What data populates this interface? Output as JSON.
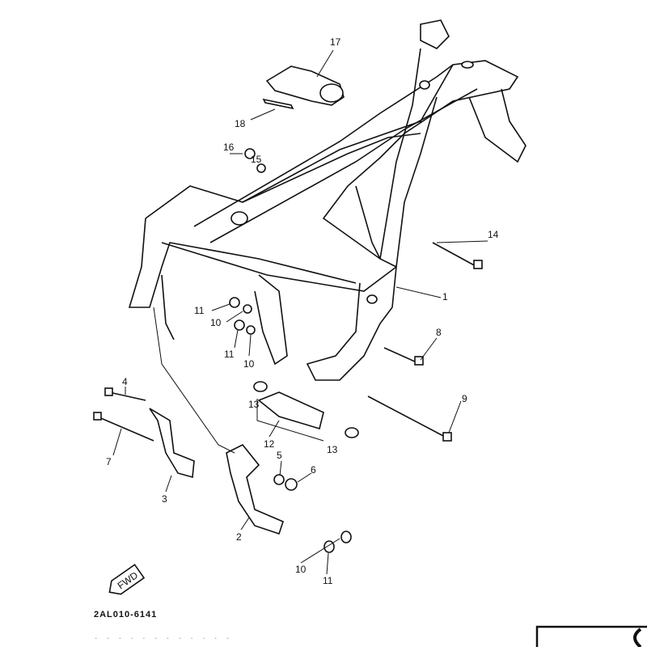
{
  "diagram": {
    "part_code": "2AL010-6141",
    "fwd_label": "FWD",
    "footer_text": "· · · · · · · · · · · ·",
    "callouts": [
      "17",
      "18",
      "16",
      "15",
      "14",
      "1",
      "11",
      "10",
      "11",
      "10",
      "8",
      "9",
      "4",
      "7",
      "13",
      "12",
      "13",
      "5",
      "6",
      "3",
      "2",
      "10",
      "11"
    ]
  }
}
